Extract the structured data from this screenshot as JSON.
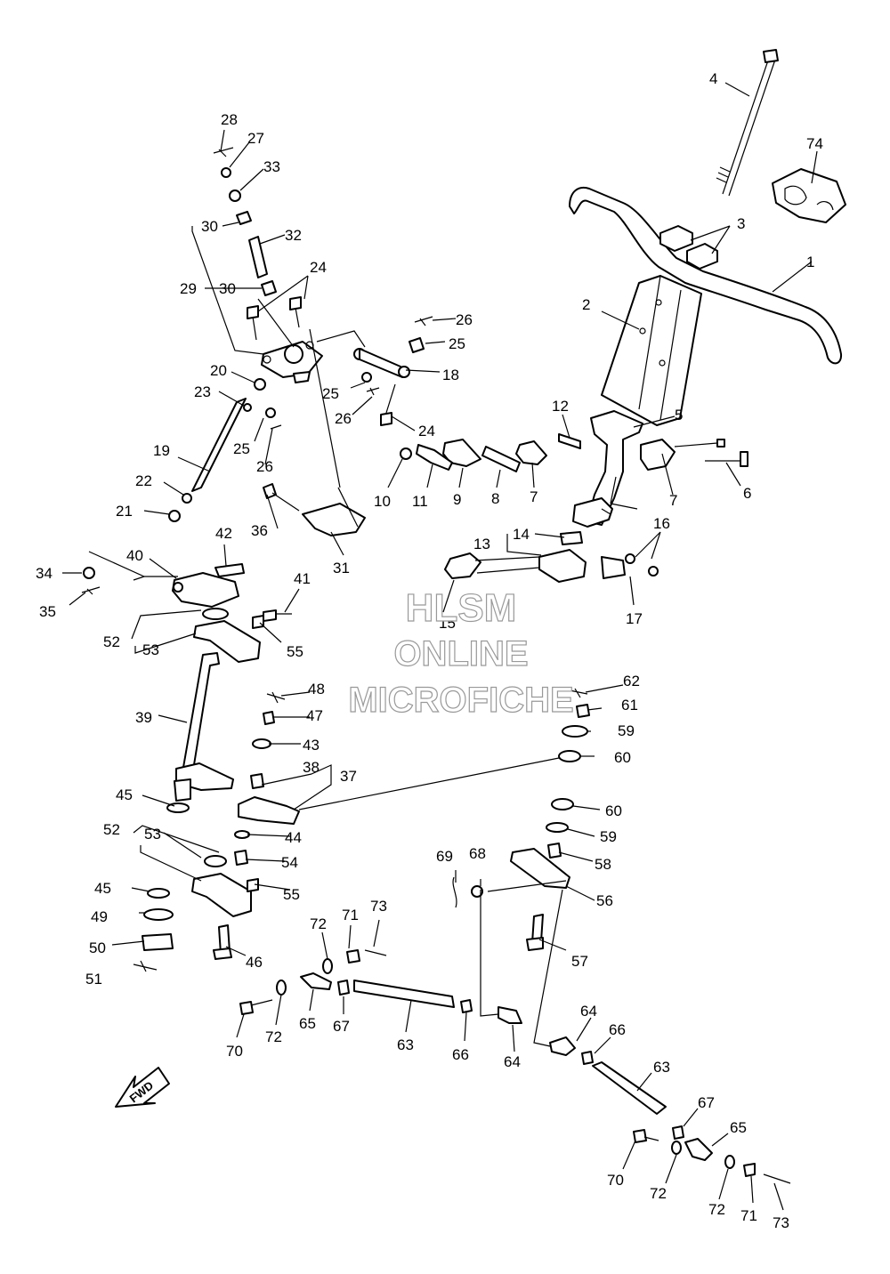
{
  "labels": [
    "1",
    "2",
    "3",
    "4",
    "5",
    "6",
    "7",
    "8",
    "9",
    "10",
    "11",
    "12",
    "13",
    "14",
    "15",
    "16",
    "17",
    "18",
    "19",
    "20",
    "21",
    "22",
    "23",
    "24",
    "25",
    "26",
    "27",
    "28",
    "29",
    "30",
    "31",
    "32",
    "33",
    "34",
    "35",
    "36",
    "37",
    "38",
    "39",
    "40",
    "41",
    "42",
    "43",
    "44",
    "45",
    "46",
    "47",
    "48",
    "49",
    "50",
    "51",
    "52",
    "53",
    "54",
    "55",
    "56",
    "57",
    "58",
    "59",
    "60",
    "61",
    "62",
    "63",
    "64",
    "65",
    "66",
    "67",
    "68",
    "69",
    "70",
    "71",
    "72",
    "73",
    "74"
  ],
  "watermark": {
    "line1": "HLSM",
    "line2": "ONLINE",
    "line3": "MICROFICHE"
  },
  "direction_badge": {
    "text": "FWD"
  }
}
